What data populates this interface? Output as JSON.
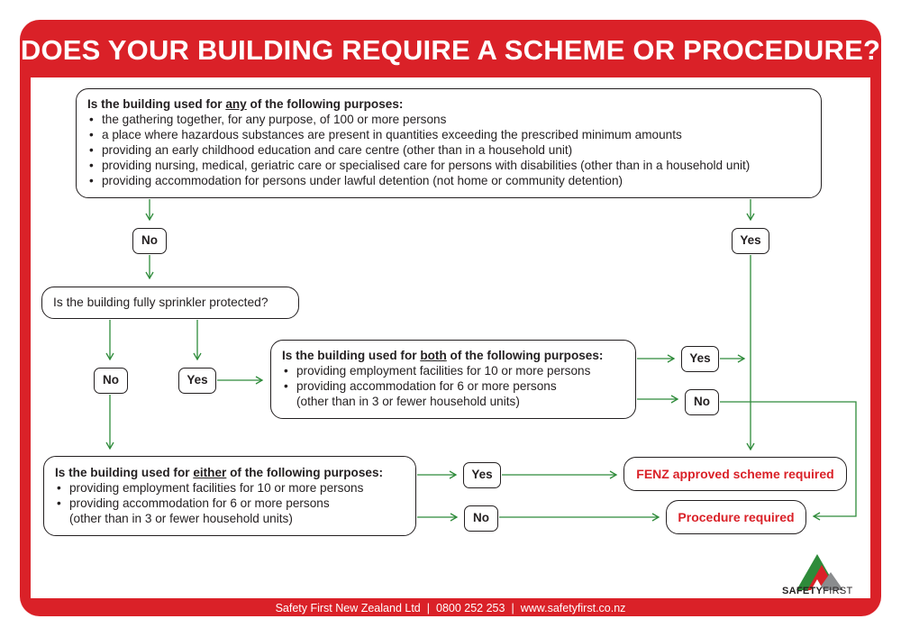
{
  "title": "DOES YOUR BUILDING REQUIRE A SCHEME OR PROCEDURE?",
  "box1": {
    "head_pre": "Is the building used for ",
    "head_key": "any",
    "head_post": " of the following purposes:",
    "items": [
      "the gathering together, for any purpose, of 100 or more persons",
      "a place where hazardous substances are present in quantities exceeding the prescribed minimum amounts",
      "providing an early childhood education and care centre (other than in a household unit)",
      "providing nursing, medical, geriatric care or specialised care for persons with disabilities (other than in a household unit)",
      "providing accommodation for persons under lawful detention (not home or community detention)"
    ]
  },
  "box2": {
    "text": "Is the building fully sprinkler protected?"
  },
  "box3": {
    "head_pre": "Is the building used for ",
    "head_key": "both",
    "head_post": " of the following purposes:",
    "item1": "providing employment facilities for 10 or more persons",
    "item2a": "providing accommodation for 6 or more persons",
    "item2b": "(other than in 3 or fewer household units)"
  },
  "box4": {
    "head_pre": "Is the building used for ",
    "head_key": "either",
    "head_post": " of the following purposes:",
    "item1": "providing employment facilities for 10 or more persons",
    "item2a": "providing accommodation for 6 or more persons",
    "item2b": "(other than in 3 or fewer household units)"
  },
  "labels": {
    "no": "No",
    "yes": "Yes"
  },
  "results": {
    "scheme": "FENZ approved scheme required",
    "procedure": "Procedure required"
  },
  "footer": {
    "company": "Safety First New Zealand Ltd",
    "phone": "0800 252 253",
    "web": "www.safetyfirst.co.nz",
    "separator": "|"
  },
  "logo": {
    "word1": "SAFETY",
    "word2": "FIRST",
    "icon": "triangle-logo-icon"
  },
  "colors": {
    "brand_red": "#da2128",
    "arrow_green": "#2e8b3a",
    "text": "#231f20"
  }
}
